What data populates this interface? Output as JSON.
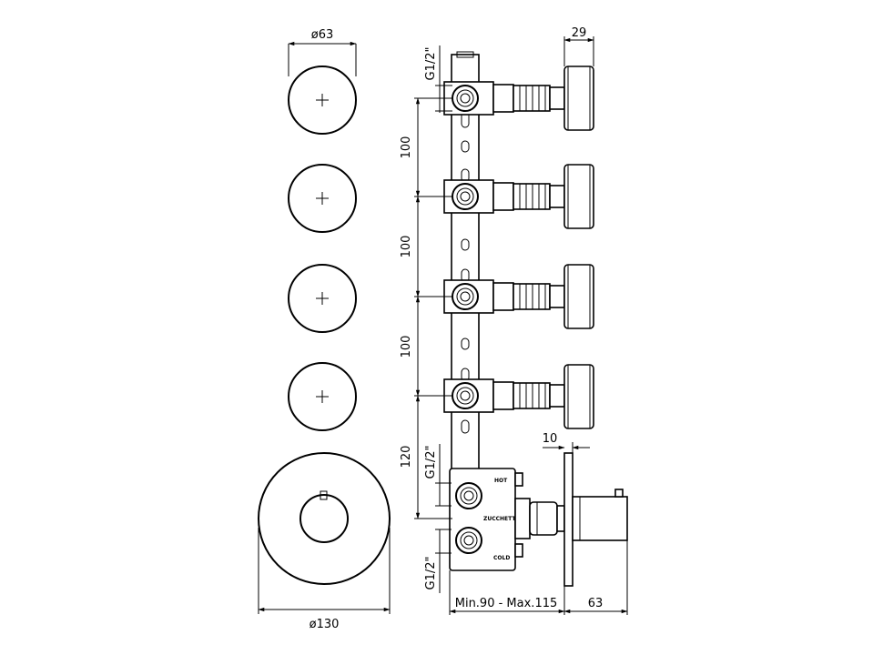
{
  "dimensions": {
    "knob_diameter": "ø63",
    "plate_diameter": "ø130",
    "knob_depth": "29",
    "plate_thickness": "10",
    "spacing_1": "100",
    "spacing_2": "100",
    "spacing_3": "100",
    "spacing_4": "120",
    "thread_top": "G1/2\"",
    "thread_mid": "G1/2\"",
    "thread_bottom": "G1/2\"",
    "install_depth": "Min.90 - Max.115",
    "handle_depth": "63"
  },
  "body_labels": {
    "hot": "HOT",
    "brand": "ZUCCHETTI",
    "cold": "COLD"
  }
}
